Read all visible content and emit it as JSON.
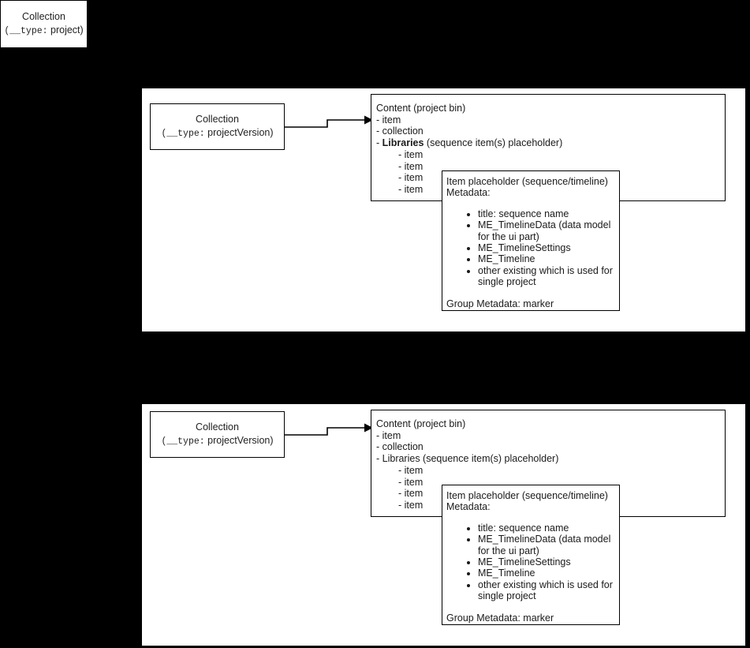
{
  "page": {
    "background_color": "#000000",
    "panel_color": "#ffffff",
    "stroke_color": "#000000"
  },
  "top_left_card": {
    "title": "Collection",
    "type_prefix": "(__type:",
    "type_value": " project)"
  },
  "sections": [
    {
      "id": "section-upper",
      "collection_card": {
        "title": "Collection",
        "type_prefix": "(__type:",
        "type_value": " projectVersion)"
      },
      "content_box": {
        "heading": "Content (project bin)",
        "lines": [
          "- item",
          "- collection"
        ],
        "libraries_bullet": "- ",
        "libraries_label": "Libraries",
        "libraries_suffix": " (sequence item(s) placeholder)",
        "libraries_bold": true,
        "sub_items": [
          "- item",
          "- item",
          "- item",
          "- item"
        ]
      },
      "placeholder_box": {
        "heading": "Item placeholder (sequence/timeline)",
        "subheading": "Metadata:",
        "metadata": [
          "title: sequence name",
          "ME_TimelineData (data model for the ui part)",
          "ME_TimelineSettings",
          "ME_Timeline",
          "other existing which is used for single project"
        ],
        "footer": "Group Metadata: marker"
      }
    },
    {
      "id": "section-lower",
      "collection_card": {
        "title": "Collection",
        "type_prefix": "(__type:",
        "type_value": " projectVersion)"
      },
      "content_box": {
        "heading": "Content (project bin)",
        "lines": [
          "- item",
          "- collection"
        ],
        "libraries_bullet": "- ",
        "libraries_label": "Libraries",
        "libraries_suffix": " (sequence item(s) placeholder)",
        "libraries_bold": false,
        "sub_items": [
          "- item",
          "- item",
          "- item",
          "- item"
        ]
      },
      "placeholder_box": {
        "heading": "Item placeholder (sequence/timeline)",
        "subheading": "Metadata:",
        "metadata": [
          "title: sequence name",
          "ME_TimelineData (data model for the ui part)",
          "ME_TimelineSettings",
          "ME_Timeline",
          "other existing which is used for single project"
        ],
        "footer": "Group Metadata: marker"
      }
    }
  ]
}
